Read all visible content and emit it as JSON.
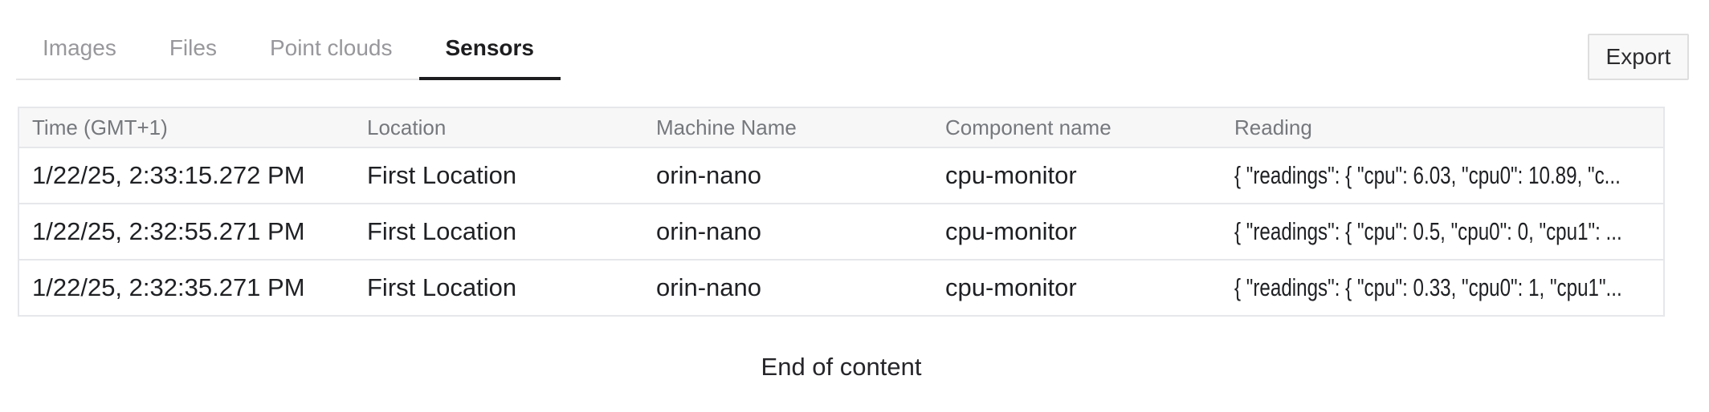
{
  "tabs": [
    {
      "label": "Images",
      "active": false
    },
    {
      "label": "Files",
      "active": false
    },
    {
      "label": "Point clouds",
      "active": false
    },
    {
      "label": "Sensors",
      "active": true
    }
  ],
  "toolbar": {
    "export_label": "Export"
  },
  "table": {
    "columns": [
      "Time (GMT+1)",
      "Location",
      "Machine Name",
      "Component name",
      "Reading"
    ],
    "rows": [
      {
        "time": "1/22/25, 2:33:15.272 PM",
        "location": "First Location",
        "machine": "orin-nano",
        "component": "cpu-monitor",
        "reading": "{ \"readings\": { \"cpu\": 6.03, \"cpu0\": 10.89, \"c..."
      },
      {
        "time": "1/22/25, 2:32:55.271 PM",
        "location": "First Location",
        "machine": "orin-nano",
        "component": "cpu-monitor",
        "reading": "{ \"readings\": { \"cpu\": 0.5, \"cpu0\": 0, \"cpu1\": ..."
      },
      {
        "time": "1/22/25, 2:32:35.271 PM",
        "location": "First Location",
        "machine": "orin-nano",
        "component": "cpu-monitor",
        "reading": "{ \"readings\": { \"cpu\": 0.33, \"cpu0\": 1, \"cpu1\"..."
      }
    ]
  },
  "footer": {
    "end_of_content": "End of content"
  },
  "colors": {
    "active_tab": "#1d1d1f",
    "inactive_tab": "#98989c",
    "tab_underline": "#1d1d1f",
    "tabbar_border": "#e4e4e6",
    "header_bg": "#f7f7f8",
    "header_text": "#75787c",
    "cell_text": "#1f2023",
    "table_border": "#e5e7ea",
    "export_bg": "#f8f8f8",
    "export_border": "#dedede"
  }
}
